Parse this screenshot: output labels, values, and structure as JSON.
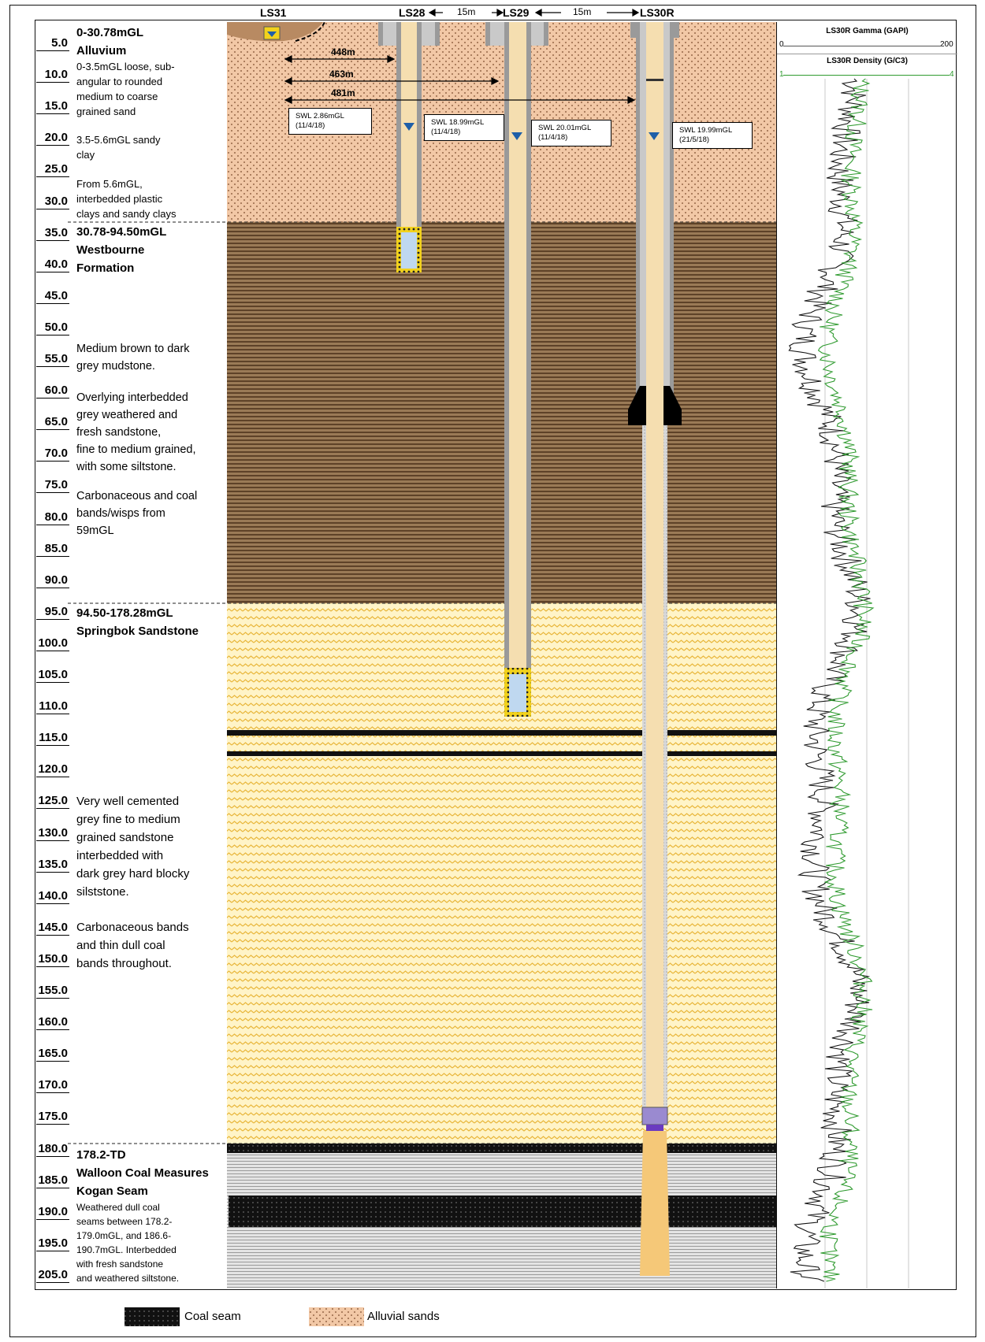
{
  "wells": {
    "ls31": "LS31",
    "ls28": "LS28",
    "ls29": "LS29",
    "ls30r": "LS30R",
    "spacing_a": "15m",
    "spacing_b": "15m"
  },
  "distances": {
    "d1": "448m",
    "d2": "463m",
    "d3": "481m"
  },
  "swl": {
    "ls31": "SWL 2.86mGL\n(11/4/18)",
    "ls28": "SWL 18.99mGL\n(11/4/18)",
    "ls29": "SWL 20.01mGL\n(11/4/18)",
    "ls30r": "SWL 19.99mGL\n(21/5/18)"
  },
  "depths": [
    "5.0",
    "10.0",
    "15.0",
    "20.0",
    "25.0",
    "30.0",
    "35.0",
    "40.0",
    "45.0",
    "50.0",
    "55.0",
    "60.0",
    "65.0",
    "70.0",
    "75.0",
    "80.0",
    "85.0",
    "90.0",
    "95.0",
    "100.0",
    "105.0",
    "110.0",
    "115.0",
    "120.0",
    "125.0",
    "130.0",
    "135.0",
    "140.0",
    "145.0",
    "150.0",
    "155.0",
    "160.0",
    "165.0",
    "170.0",
    "175.0",
    "180.0",
    "185.0",
    "190.0",
    "195.0",
    "205.0"
  ],
  "units": {
    "alluvium_header": "0-30.78mGL\nAlluvium",
    "alluvium_d1": "0-3.5mGL loose, sub-\nangular to rounded\nmedium to coarse\ngrained sand",
    "alluvium_d2": "3.5-5.6mGL sandy\nclay",
    "alluvium_d3": "From 5.6mGL,\ninterbedded plastic\nclays and sandy clays",
    "westbourne_header": "30.78-94.50mGL\nWestbourne\nFormation",
    "westbourne_d1": "Medium brown to dark\ngrey mudstone.",
    "westbourne_d2": "Overlying interbedded\ngrey weathered and\nfresh sandstone,\nfine to medium grained,\nwith some siltstone.",
    "westbourne_d3": "Carbonaceous and coal\nbands/wisps from\n59mGL",
    "springbok_header": "94.50-178.28mGL\nSpringbok Sandstone",
    "springbok_d1": "Very well cemented\ngrey fine to medium\ngrained sandstone\ninterbedded with\ndark grey hard blocky\nsilststone.",
    "springbok_d2": "Carbonaceous bands\nand thin dull coal\nbands throughout.",
    "walloon_header": "178.2-TD\nWalloon Coal Measures\nKogan Seam",
    "walloon_d1": "Weathered dull coal\nseams between 178.2-\n179.0mGL, and 186.6-\n190.7mGL. Interbedded\nwith fresh sandstone\nand weathered siltstone."
  },
  "log": {
    "gamma_title": "LS30R Gamma (GAPI)",
    "gamma_min": "0",
    "gamma_max": "200",
    "density_title": "LS30R Density (G/C3)",
    "density_min": "1",
    "density_max": "4",
    "gamma_color": "#111111",
    "density_color": "#2e9a2e"
  },
  "legend": {
    "coal": "Coal seam",
    "alluvial": "Alluvial sands"
  },
  "colors": {
    "alluvium": "#f2c8a6",
    "westbourne": "#8a6a48",
    "springbok": "#fff2c0",
    "coal": "#111111",
    "walloon": "#e6e6e6",
    "casing": "#f5deb0",
    "water": "#1f5fa8"
  }
}
